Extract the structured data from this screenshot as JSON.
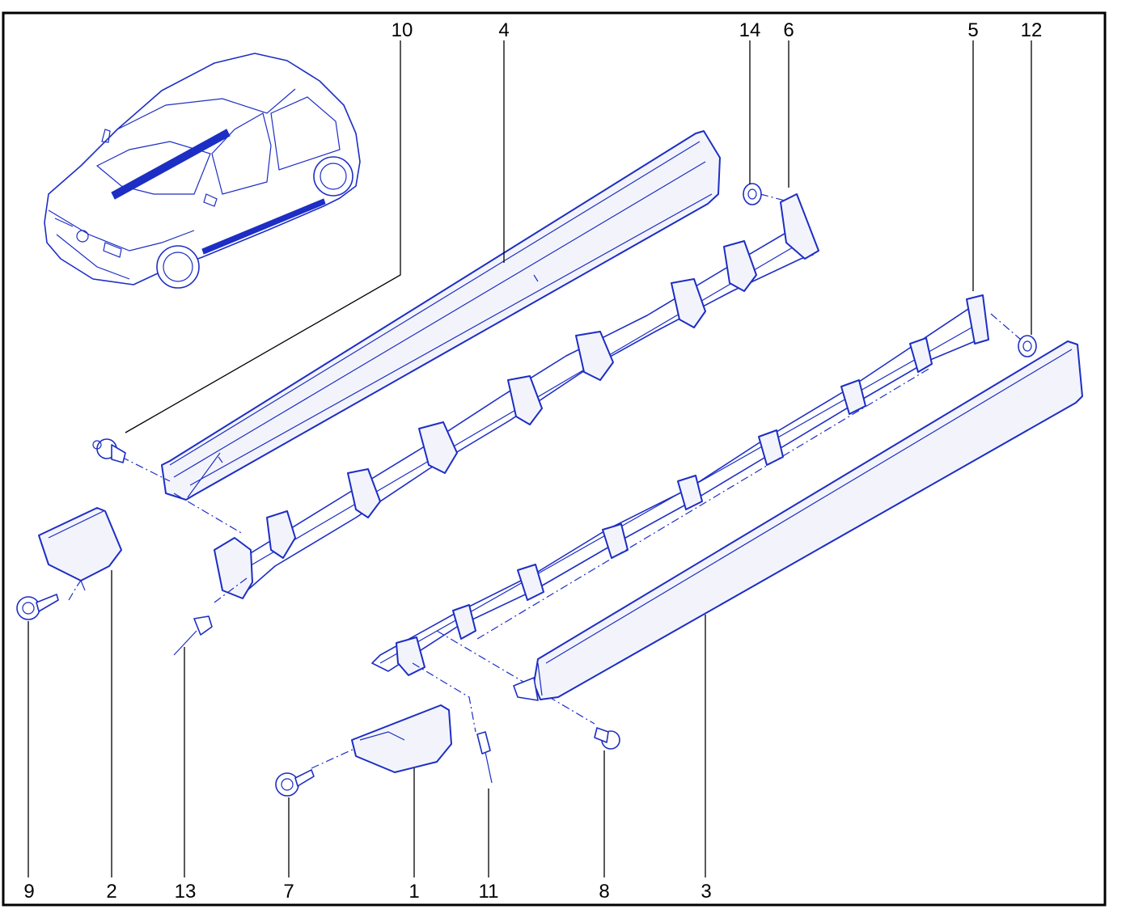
{
  "colors": {
    "line": "#1d2ec4",
    "text": "#000000",
    "frame": "#000000",
    "fill": "#f3f4fb"
  },
  "callouts": {
    "top": [
      "10",
      "4",
      "14",
      "6",
      "5",
      "12"
    ],
    "bottom": [
      "9",
      "2",
      "13",
      "7",
      "1",
      "11",
      "8",
      "3"
    ]
  },
  "parts": [
    {
      "num": "1",
      "icon": "end-cap-front"
    },
    {
      "num": "2",
      "icon": "end-cap-rear"
    },
    {
      "num": "3",
      "icon": "sill-cover-right"
    },
    {
      "num": "4",
      "icon": "sill-cover-left"
    },
    {
      "num": "5",
      "icon": "support-rail-right"
    },
    {
      "num": "6",
      "icon": "support-rail-left"
    },
    {
      "num": "7",
      "icon": "screw"
    },
    {
      "num": "8",
      "icon": "clip"
    },
    {
      "num": "9",
      "icon": "screw"
    },
    {
      "num": "10",
      "icon": "clip"
    },
    {
      "num": "11",
      "icon": "rivet"
    },
    {
      "num": "12",
      "icon": "nut-clip"
    },
    {
      "num": "13",
      "icon": "rivet"
    },
    {
      "num": "14",
      "icon": "nut-clip"
    }
  ]
}
